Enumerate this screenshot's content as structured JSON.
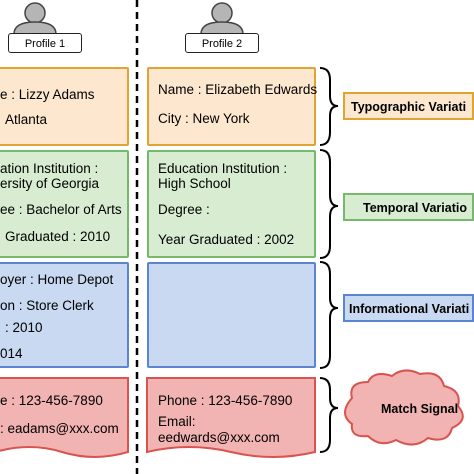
{
  "profile1": {
    "label": "Profile 1",
    "name_line": "e : Lizzy Adams",
    "city_line": "Atlanta",
    "edu_line1": "ation Institution :",
    "edu_line2": "ersity of Georgia",
    "degree_line": "ee : Bachelor of Arts",
    "year_line": "Graduated : 2010",
    "employer_line": "oyer : Home Depot",
    "position_line": "on : Store Clerk",
    "start_line": ": 2010",
    "end_line": "014",
    "phone_line": "e : 123-456-7890",
    "email_line": ": eadams@xxx.com"
  },
  "profile2": {
    "label": "Profile 2",
    "name_line": "Name : Elizabeth Edwards",
    "city_line": "City : New York",
    "edu_line1": "Education Institution :",
    "edu_line2": "High School",
    "degree_line": "Degree :",
    "year_line": "Year Graduated : 2002",
    "phone_line": "Phone : 123-456-7890",
    "email_label": "Email:",
    "email_value": "eedwards@xxx.com"
  },
  "variations": {
    "typographic": "Typographic Variati",
    "temporal": "Temporal Variatio",
    "informational": "Informational Variati",
    "match": "Match Signal"
  },
  "colors": {
    "orange_fill": "#fde8cf",
    "orange_border": "#e0a435",
    "green_fill": "#d8ecd2",
    "green_border": "#76b86c",
    "blue_fill": "#c8d9f1",
    "blue_border": "#5b85cf",
    "pink_fill": "#f2b3b3",
    "pink_border": "#d9534f",
    "user_icon_fill": "#b5b5b5"
  }
}
